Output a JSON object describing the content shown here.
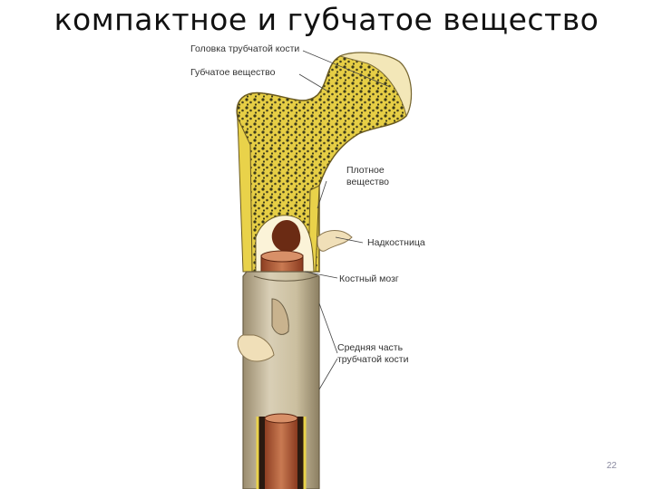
{
  "slide": {
    "title": "компактное и губчатое вещество",
    "page_number": "22"
  },
  "labels": {
    "head": "Головка трубчатой кости",
    "spongy": "Губчатое вещество",
    "compact_line1": "Плотное",
    "compact_line2": "вещество",
    "periosteum": "Надкостница",
    "marrow": "Костный мозг",
    "middle_line1": "Средняя часть",
    "middle_line2": "трубчатой кости"
  },
  "colors": {
    "spongy": "#e9d24a",
    "spongy_dots": "#3b3a1a",
    "shaft": "#d8cdb2",
    "shaft_shadow": "#a89c80",
    "marrow": "#b9603b",
    "periosteum": "#f0dfb8"
  }
}
